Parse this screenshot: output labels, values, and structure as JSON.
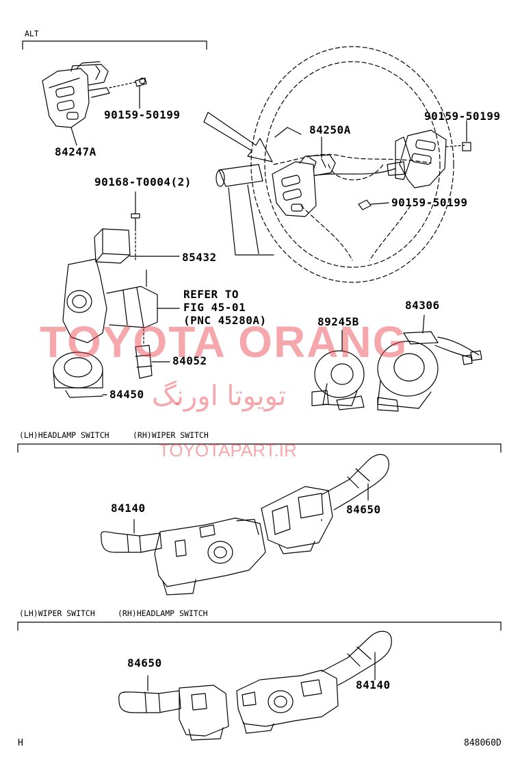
{
  "parts": {
    "p_84247a": "84247A",
    "p_90159_a": "90159-50199",
    "p_84250a": "84250A",
    "p_90159_b": "90159-50199",
    "p_90159_c": "90159-50199",
    "p_90168": "90168-T0004(2)",
    "p_85432": "85432",
    "refer_1": "REFER TO",
    "refer_2": "FIG 45-01",
    "refer_3": "(PNC 45280A)",
    "p_84052": "84052",
    "p_84450": "84450",
    "p_89245b": "89245B",
    "p_84306": "84306",
    "p_84140_a": "84140",
    "p_84650_a": "84650",
    "p_84650_b": "84650",
    "p_84140_b": "84140"
  },
  "sections": {
    "alt": "ALT",
    "lh_headlamp": "(LH)HEADLAMP SWITCH",
    "rh_wiper": "(RH)WIPER SWITCH",
    "lh_wiper": "(LH)WIPER SWITCH",
    "rh_headlamp": "(RH)HEADLAMP SWITCH"
  },
  "footer": {
    "left_mark": "H",
    "diagram_code": "848060D"
  },
  "watermark": {
    "brand": "TOYOTA ORANG",
    "brand_fa": "تویوتا اورنگ",
    "site": "TOYOTAPART.IR",
    "color": "#eb3c46"
  }
}
